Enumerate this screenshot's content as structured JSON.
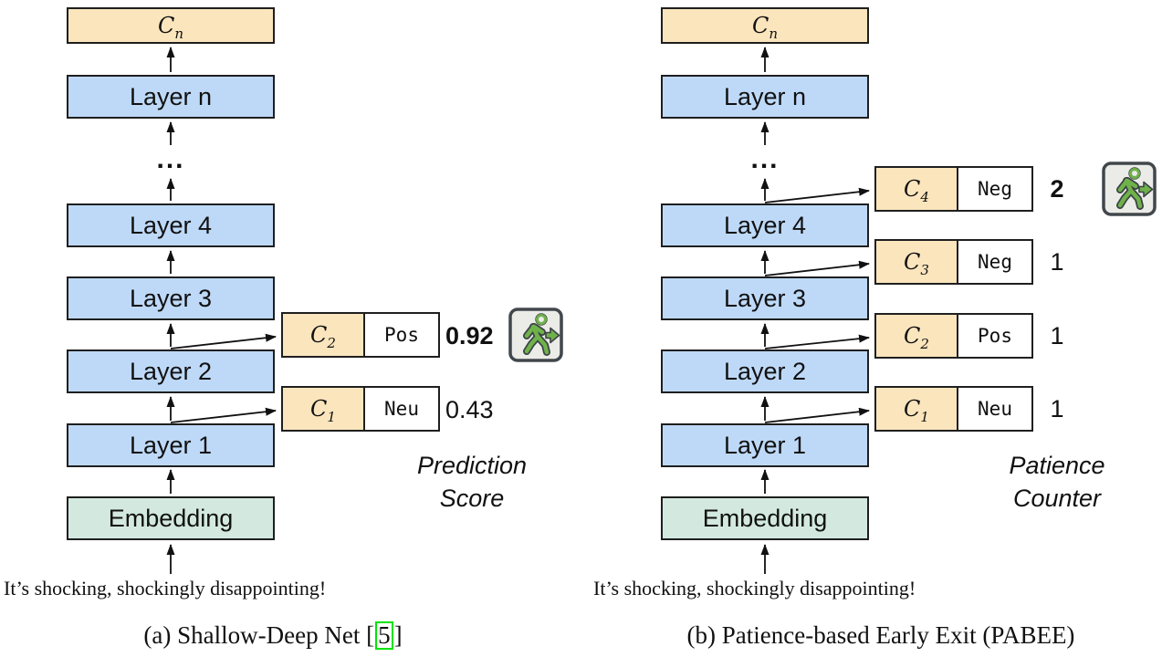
{
  "colors": {
    "classifier_fill": "#fae5bd",
    "layer_fill": "#bed9f8",
    "embedding_fill": "#d3e9e0",
    "box_border": "#1f1f1f",
    "cite_box_color": "#00e400",
    "exit_icon_green": "#6fb24a",
    "exit_icon_bg": "#ebebe8",
    "exit_icon_border": "#41474b"
  },
  "icons": {
    "exit_icon": "running-person-exit-sign"
  },
  "panel_a": {
    "final_classifier": {
      "base": "C",
      "sub": "n"
    },
    "layers": [
      "Layer n",
      "Layer 4",
      "Layer 3",
      "Layer 2",
      "Layer 1"
    ],
    "ellipsis": "...",
    "embedding_label": "Embedding",
    "input_text": "It’s shocking, shockingly disappointing!",
    "classifier_rows": [
      {
        "base": "C",
        "sub": "2",
        "prediction": "Pos",
        "value": "0.92",
        "exit": true
      },
      {
        "base": "C",
        "sub": "1",
        "prediction": "Neu",
        "value": "0.43",
        "exit": false
      }
    ],
    "annotation_line1": "Prediction",
    "annotation_line2": "Score",
    "caption": {
      "prefix": "(a) Shallow-Deep Net [",
      "citation": "5",
      "suffix": "]"
    }
  },
  "panel_b": {
    "final_classifier": {
      "base": "C",
      "sub": "n"
    },
    "layers": [
      "Layer n",
      "Layer 4",
      "Layer 3",
      "Layer 2",
      "Layer 1"
    ],
    "ellipsis": "...",
    "embedding_label": "Embedding",
    "input_text": "It’s shocking, shockingly disappointing!",
    "classifier_rows": [
      {
        "base": "C",
        "sub": "4",
        "prediction": "Neg",
        "value": "2",
        "exit": true
      },
      {
        "base": "C",
        "sub": "3",
        "prediction": "Neg",
        "value": "1",
        "exit": false
      },
      {
        "base": "C",
        "sub": "2",
        "prediction": "Pos",
        "value": "1",
        "exit": false
      },
      {
        "base": "C",
        "sub": "1",
        "prediction": "Neu",
        "value": "1",
        "exit": false
      }
    ],
    "annotation_line1": "Patience",
    "annotation_line2": "Counter",
    "caption": {
      "text": "(b) Patience-based Early Exit (PABEE)"
    }
  }
}
